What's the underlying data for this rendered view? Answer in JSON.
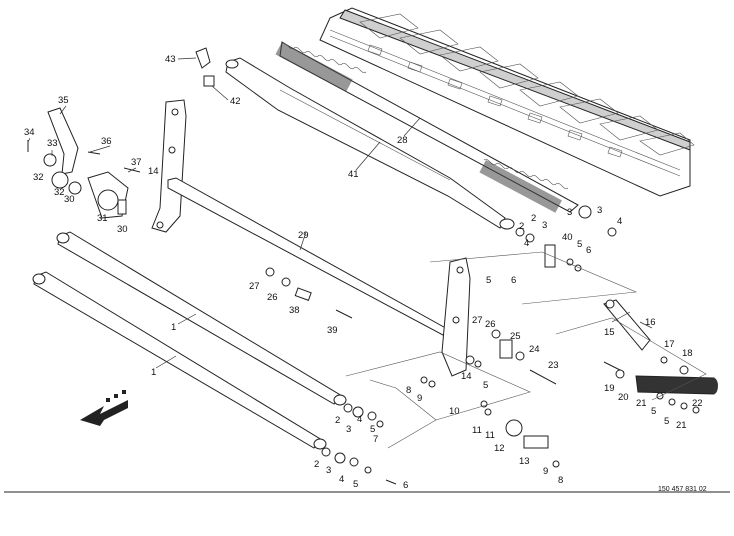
{
  "drawing_ref": "150 457 831 02",
  "callouts": [
    {
      "id": "c43",
      "text": "43"
    },
    {
      "id": "c42",
      "text": "42"
    },
    {
      "id": "c35",
      "text": "35"
    },
    {
      "id": "c34",
      "text": "34"
    },
    {
      "id": "c33",
      "text": "33"
    },
    {
      "id": "c32a",
      "text": "32"
    },
    {
      "id": "c36",
      "text": "36"
    },
    {
      "id": "c37",
      "text": "37"
    },
    {
      "id": "c14a",
      "text": "14"
    },
    {
      "id": "c32b",
      "text": "32"
    },
    {
      "id": "c30a",
      "text": "30"
    },
    {
      "id": "c31",
      "text": "31"
    },
    {
      "id": "c30b",
      "text": "30"
    },
    {
      "id": "c41",
      "text": "41"
    },
    {
      "id": "c28",
      "text": "28"
    },
    {
      "id": "c29",
      "text": "29"
    },
    {
      "id": "c27a",
      "text": "27"
    },
    {
      "id": "c26a",
      "text": "26"
    },
    {
      "id": "c38",
      "text": "38"
    },
    {
      "id": "c39",
      "text": "39"
    },
    {
      "id": "c1a",
      "text": "1"
    },
    {
      "id": "c1b",
      "text": "1"
    },
    {
      "id": "c2a",
      "text": "2"
    },
    {
      "id": "c3a",
      "text": "3"
    },
    {
      "id": "c3b",
      "text": "3"
    },
    {
      "id": "c4a",
      "text": "4"
    },
    {
      "id": "c2b",
      "text": "2"
    },
    {
      "id": "c3c",
      "text": "3"
    },
    {
      "id": "c4b",
      "text": "4"
    },
    {
      "id": "c40",
      "text": "40"
    },
    {
      "id": "c5a",
      "text": "5"
    },
    {
      "id": "c6a",
      "text": "6"
    },
    {
      "id": "c5b",
      "text": "5"
    },
    {
      "id": "c6b",
      "text": "6"
    },
    {
      "id": "c27b",
      "text": "27"
    },
    {
      "id": "c26b",
      "text": "26"
    },
    {
      "id": "c25",
      "text": "25"
    },
    {
      "id": "c24",
      "text": "24"
    },
    {
      "id": "c23",
      "text": "23"
    },
    {
      "id": "c14b",
      "text": "14"
    },
    {
      "id": "c5c",
      "text": "5"
    },
    {
      "id": "c8a",
      "text": "8"
    },
    {
      "id": "c9a",
      "text": "9"
    },
    {
      "id": "c10",
      "text": "10"
    },
    {
      "id": "c11a",
      "text": "11"
    },
    {
      "id": "c11b",
      "text": "11"
    },
    {
      "id": "c12",
      "text": "12"
    },
    {
      "id": "c13",
      "text": "13"
    },
    {
      "id": "c9b",
      "text": "9"
    },
    {
      "id": "c8b",
      "text": "8"
    },
    {
      "id": "c2c",
      "text": "2"
    },
    {
      "id": "c3d",
      "text": "3"
    },
    {
      "id": "c4c",
      "text": "4"
    },
    {
      "id": "c5d",
      "text": "5"
    },
    {
      "id": "c7",
      "text": "7"
    },
    {
      "id": "c2d",
      "text": "2"
    },
    {
      "id": "c3e",
      "text": "3"
    },
    {
      "id": "c4d",
      "text": "4"
    },
    {
      "id": "c5e",
      "text": "5"
    },
    {
      "id": "c6c",
      "text": "6"
    },
    {
      "id": "c16",
      "text": "16"
    },
    {
      "id": "c15",
      "text": "15"
    },
    {
      "id": "c17",
      "text": "17"
    },
    {
      "id": "c18",
      "text": "18"
    },
    {
      "id": "c19",
      "text": "19"
    },
    {
      "id": "c20",
      "text": "20"
    },
    {
      "id": "c21a",
      "text": "21"
    },
    {
      "id": "c5f",
      "text": "5"
    },
    {
      "id": "c5g",
      "text": "5"
    },
    {
      "id": "c22",
      "text": "22"
    },
    {
      "id": "c21b",
      "text": "21"
    }
  ]
}
